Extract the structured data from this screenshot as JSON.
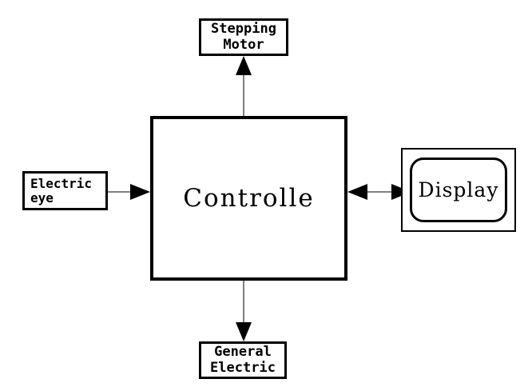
{
  "diagram": {
    "type": "block-diagram",
    "background_color": "#ffffff",
    "line_color": "#808080",
    "arrow_color": "#000000",
    "border_color": "#000000",
    "nodes": [
      {
        "id": "controller",
        "label": "Controlle",
        "shape": "rectangle",
        "position": "center"
      },
      {
        "id": "stepping-motor",
        "label": "Stepping\nMotor",
        "shape": "rectangle",
        "position": "top"
      },
      {
        "id": "general-electric",
        "label": "General\nElectric",
        "shape": "rectangle",
        "position": "bottom"
      },
      {
        "id": "electric-eye",
        "label": "Electric\neye",
        "shape": "rectangle",
        "position": "left"
      },
      {
        "id": "display",
        "label": "Display",
        "shape": "rounded-rectangle-in-rectangle",
        "position": "right"
      }
    ],
    "connections": [
      {
        "id": "electric-eye-to-controller",
        "from": "electric-eye",
        "to": "controller",
        "direction": "forward",
        "orientation": "horizontal"
      },
      {
        "id": "controller-to-stepping-motor",
        "from": "controller",
        "to": "stepping-motor",
        "direction": "forward",
        "orientation": "vertical"
      },
      {
        "id": "controller-to-general-electric",
        "from": "controller",
        "to": "general-electric",
        "direction": "forward",
        "orientation": "vertical"
      },
      {
        "id": "controller-to-display",
        "from": "controller",
        "to": "display",
        "direction": "bidirectional",
        "orientation": "horizontal"
      }
    ]
  }
}
